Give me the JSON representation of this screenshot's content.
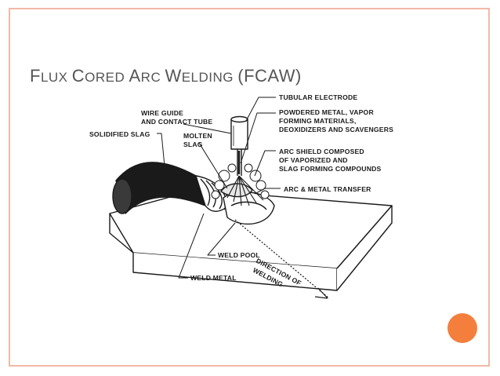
{
  "slide": {
    "title": "Flux Cored Arc Welding (FCAW)",
    "title_parts": [
      {
        "text": "F",
        "cls": "cap"
      },
      {
        "text": "LUX ",
        "cls": "sm"
      },
      {
        "text": "C",
        "cls": "cap"
      },
      {
        "text": "ORED ",
        "cls": "sm"
      },
      {
        "text": "A",
        "cls": "cap"
      },
      {
        "text": "RC ",
        "cls": "sm"
      },
      {
        "text": "W",
        "cls": "cap"
      },
      {
        "text": "ELDING ",
        "cls": "sm"
      },
      {
        "text": "(FCAW)",
        "cls": "cap"
      }
    ],
    "colors": {
      "frame": "#f2b9a6",
      "title_text": "#555555",
      "accent_dot": "#f47f3c"
    }
  },
  "diagram": {
    "labels": {
      "tubular_electrode": "TUBULAR ELECTRODE",
      "powdered_metal_1": "POWDERED METAL, VAPOR",
      "powdered_metal_2": "FORMING MATERIALS,",
      "powdered_metal_3": "DEOXIDIZERS AND SCAVENGERS",
      "wire_guide_1": "WIRE GUIDE",
      "wire_guide_2": "AND CONTACT TUBE",
      "solidified_slag": "SOLIDIFIED SLAG",
      "molten_slag_1": "MOLTEN",
      "molten_slag_2": "SLAG",
      "arc_shield_1": "ARC SHIELD COMPOSED",
      "arc_shield_2": "OF VAPORIZED AND",
      "arc_shield_3": "SLAG FORMING COMPOUNDS",
      "arc_metal_transfer": "ARC & METAL TRANSFER",
      "weld_pool": "WELD POOL",
      "weld_metal": "WELD METAL",
      "direction_1": "DIRECTION OF",
      "direction_2": "WELDING"
    }
  }
}
